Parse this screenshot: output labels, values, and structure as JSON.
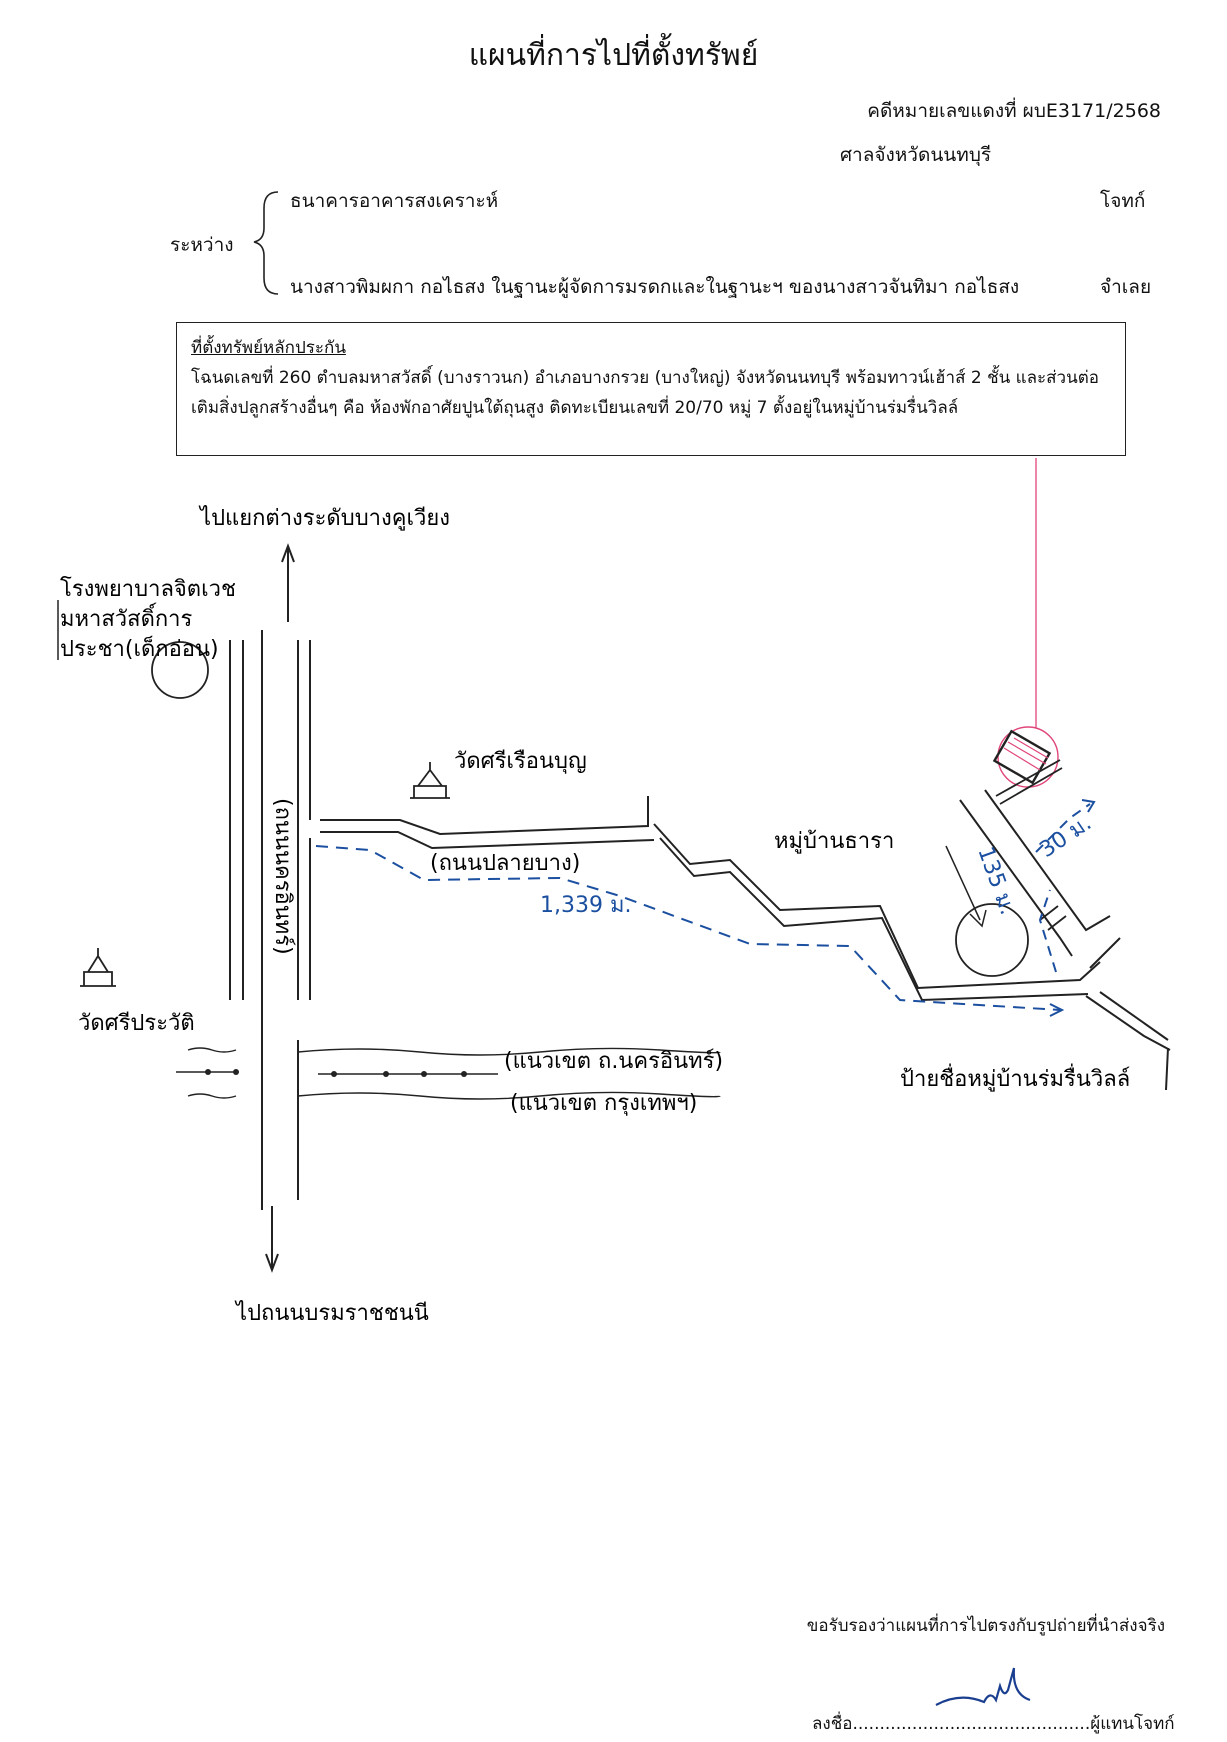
{
  "title": "แผนที่การไปที่ตั้งทรัพย์",
  "case_number": "คดีหมายเลขแดงที่ ผบE3171/2568",
  "court": "ศาลจังหวัดนนทบุรี",
  "between_label": "ระหว่าง",
  "plaintiff": {
    "name": "ธนาคารอาคารสงเคราะห์",
    "role": "โจทก์"
  },
  "defendant": {
    "name": "นางสาวพิมผกา กอไธสง ในฐานะผู้จัดการมรดกและในฐานะฯ ของนางสาวจันทิมา กอไธสง",
    "role": "จำเลย"
  },
  "collateral": {
    "heading": "ที่ตั้งทรัพย์หลักประกัน",
    "line1": "โฉนดเลขที่ 260 ตำบลมหาสวัสดิ์ (บางราวนก) อำเภอบางกรวย (บางใหญ่) จังหวัดนนทบุรี พร้อมทาวน์เฮ้าส์ 2 ชั้น และส่วนต่อ",
    "line2": "เติมสิ่งปลูกสร้างอื่นๆ คือ ห้องพักอาศัยปูนใต้ถุนสูง ติดทะเบียนเลขที่ 20/70 หมู่ 7 ตั้งอยู่ในหมู่บ้านร่มรื่นวิลล์"
  },
  "map": {
    "to_north": "ไปแยกต่างระดับบางคูเวียง",
    "to_south": "ไปถนนบรมราชชนนี",
    "hospital": [
      "โรงพยาบาลจิตเวช",
      "มหาสวัสดิ์การ",
      "ประชา(เด็กอ่อน)"
    ],
    "main_road": "(ถนนนครอินทร์)",
    "temple_1": "วัดศรีเรือนบุญ",
    "side_road": "(ถนนปลายบาง)",
    "temple_2": "วัดศรีประวัติ",
    "rail_1": "(แนวเขต ถ.นครอินทร์)",
    "rail_2": "(แนวเขต กรุงเทพฯ)",
    "village_1": "หมู่บ้านธารา",
    "village_sign": "ป้ายชื่อหมู่บ้านร่มรื่นวิลล์",
    "distance_main": "1,339 ม.",
    "distance_soi": "135 ม.",
    "distance_last": "30 ม."
  },
  "footer": {
    "certify": "ขอรับรองว่าแผนที่การไปตรงกับรูปถ่ายที่นำส่งจริง",
    "sign_label": "ลงชื่อ",
    "sign_dots": "............................................",
    "sign_role": "ผู้แทนโจทก์"
  }
}
